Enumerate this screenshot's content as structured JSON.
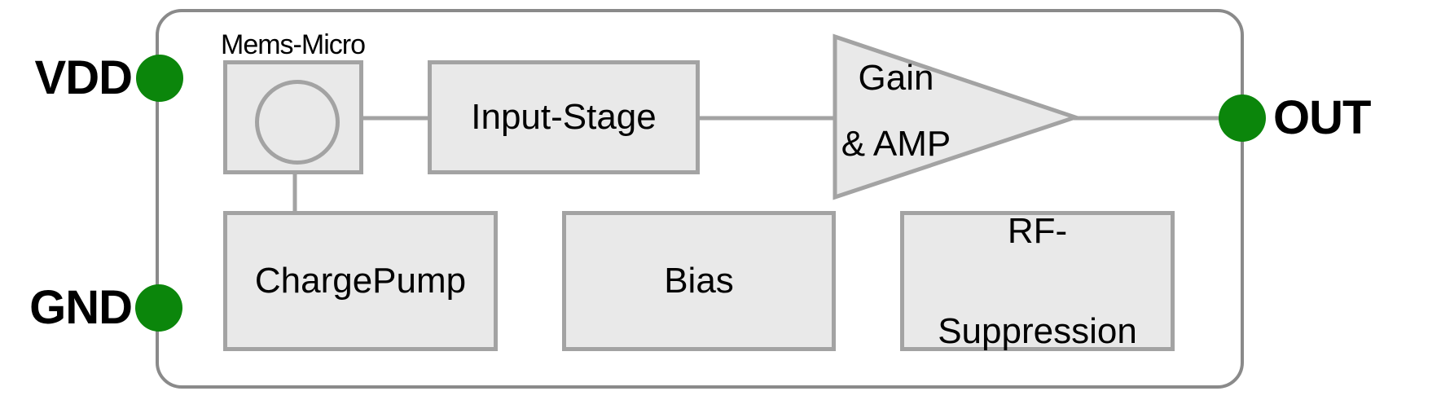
{
  "pins": {
    "vdd": {
      "label": "VDD"
    },
    "gnd": {
      "label": "GND"
    },
    "out": {
      "label": "OUT"
    }
  },
  "blocks": {
    "mems_micro": {
      "label": "Mems-Micro"
    },
    "input_stage": {
      "label": "Input-Stage"
    },
    "gain_amp": {
      "line1": "Gain",
      "line2": "& AMP"
    },
    "chargepump": {
      "label": "ChargePump"
    },
    "bias": {
      "label": "Bias"
    },
    "rf_suppression": {
      "line1": "RF-",
      "line2": "Suppression"
    }
  },
  "colors": {
    "pin_green": "#0b860b",
    "block_fill": "#e9e9e9",
    "block_border": "#a3a3a3",
    "wire_gray": "#a3a3a3",
    "outer_border": "#8a8a8a",
    "text": "#000000",
    "background": "#ffffff"
  }
}
